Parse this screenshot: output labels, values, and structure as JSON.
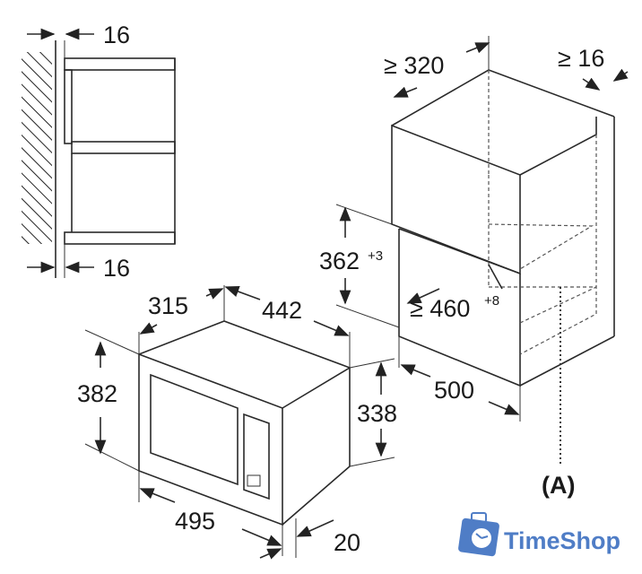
{
  "labels": {
    "side_gap_top": "16",
    "side_gap_bottom": "16",
    "depth_min": "≥ 320",
    "rear_gap_min": "≥ 16",
    "opening_height": "362",
    "opening_height_tol": "+3",
    "opening_width": "≥ 460",
    "opening_width_tol": "+8",
    "cabinet_depth": "500",
    "reference": "(A)",
    "unit_depth": "315",
    "unit_width": "442",
    "frame_height": "382",
    "unit_height": "338",
    "frame_width": "495",
    "frame_depth": "20"
  },
  "watermark": {
    "text": "TimeShop",
    "color": "#3d6fc0"
  }
}
